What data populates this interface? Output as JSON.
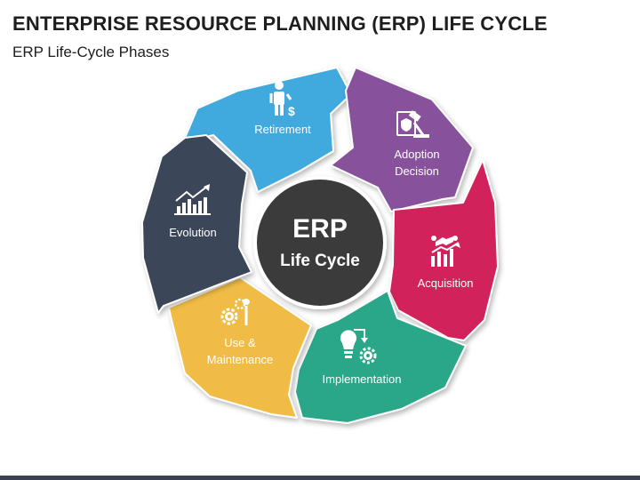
{
  "header": {
    "title": "ENTERPRISE RESOURCE PLANNING (ERP) LIFE CYCLE",
    "subtitle": "ERP Life-Cycle Phases"
  },
  "center": {
    "title": "ERP",
    "subtitle": "Life Cycle"
  },
  "phases": [
    {
      "label": "Retirement",
      "icon": "person-dollar-icon",
      "color": "#3fa9dd"
    },
    {
      "label": "Adoption",
      "label2": "Decision",
      "icon": "gavel-shield-icon",
      "color": "#87519b"
    },
    {
      "label": "Acquisition",
      "icon": "handshake-chart-icon",
      "color": "#d2235c"
    },
    {
      "label": "Implementation",
      "icon": "bulb-gear-icon",
      "color": "#2ba688"
    },
    {
      "label": "Use &",
      "label2": "Maintenance",
      "icon": "gears-wrench-icon",
      "color": "#f0bc44"
    },
    {
      "label": "Evolution",
      "icon": "growth-chart-icon",
      "color": "#3a4659"
    }
  ],
  "colors": {
    "center": "#3a3a3a",
    "bottom_bar": "#3a4250"
  }
}
